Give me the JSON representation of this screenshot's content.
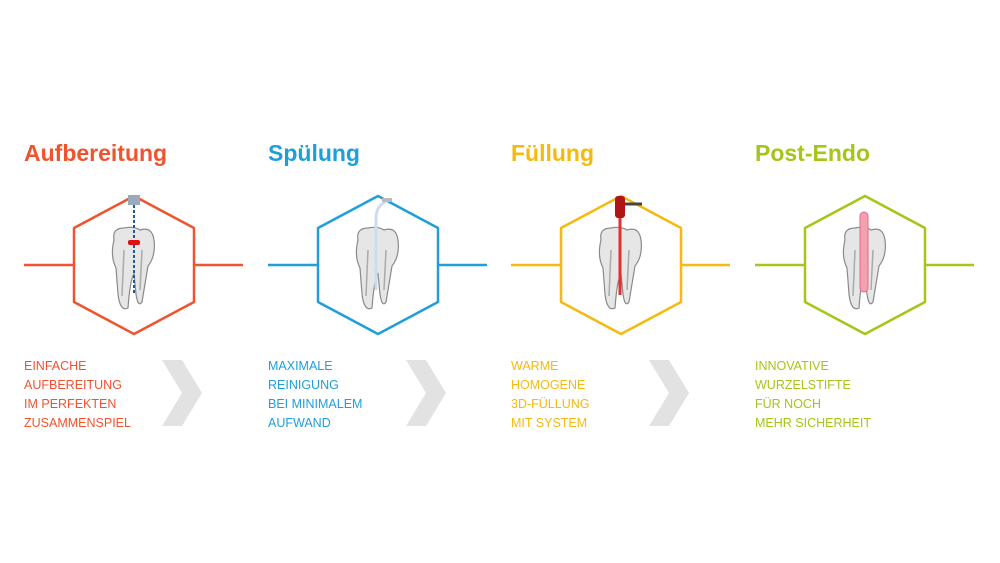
{
  "steps": [
    {
      "title": "Aufbereitung",
      "color": "#f0532d",
      "tool": "file",
      "lines": [
        "EINFACHE",
        "AUFBEREITUNG",
        "IM PERFEKTEN",
        "ZUSAMMENSPIEL"
      ]
    },
    {
      "title": "Spülung",
      "color": "#1e9fdc",
      "tool": "irrigation",
      "lines": [
        "MAXIMALE",
        "REINIGUNG",
        "BEI MINIMALEM",
        "AUFWAND"
      ]
    },
    {
      "title": "Füllung",
      "color": "#f6b90f",
      "tool": "filling",
      "lines": [
        "WARME",
        "HOMOGENE",
        "3D-FÜLLUNG",
        "MIT SYSTEM"
      ]
    },
    {
      "title": "Post-Endo",
      "color": "#a3c617",
      "tool": "post",
      "lines": [
        "INNOVATIVE",
        "WURZELSTIFTE",
        "FÜR NOCH",
        "MEHR SICHERHEIT"
      ]
    }
  ],
  "chevron_color": "#e2e2e2"
}
